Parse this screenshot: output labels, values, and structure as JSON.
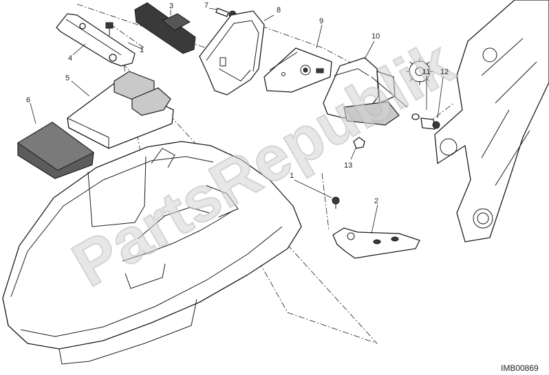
{
  "diagram": {
    "callouts": [
      "1",
      "2",
      "3",
      "4",
      "5",
      "6",
      "7",
      "8",
      "9",
      "10",
      "11",
      "12",
      "13"
    ],
    "second_callout_1": "1",
    "image_code": "IMB00869",
    "watermark": "PartsRepublik"
  },
  "colors": {
    "line": "#1a1a1a",
    "fill": "#ffffff",
    "shade": "#c9c9c9",
    "dark": "#3a3a3a",
    "watermark": "#d4d4d4"
  }
}
